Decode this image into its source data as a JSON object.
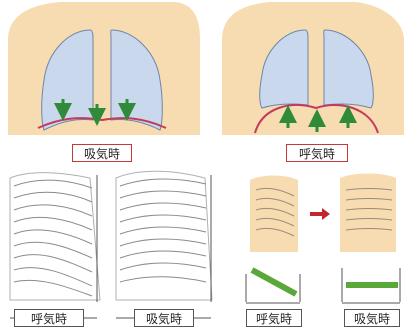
{
  "labels": {
    "top_left": "吸気時",
    "top_right": "呼気時",
    "bottom_1": "呼気時",
    "bottom_2": "吸気時",
    "bottom_3": "呼気時",
    "bottom_4": "吸気時"
  },
  "colors": {
    "skin": "#f6dcb0",
    "lung": "#c9d8ec",
    "lung_outline": "#6d86a8",
    "diaphragm": "#c43a5e",
    "arrow_green": "#2f8a3a",
    "arrow_red": "#c4262e",
    "bar_green": "#5aa83a"
  }
}
